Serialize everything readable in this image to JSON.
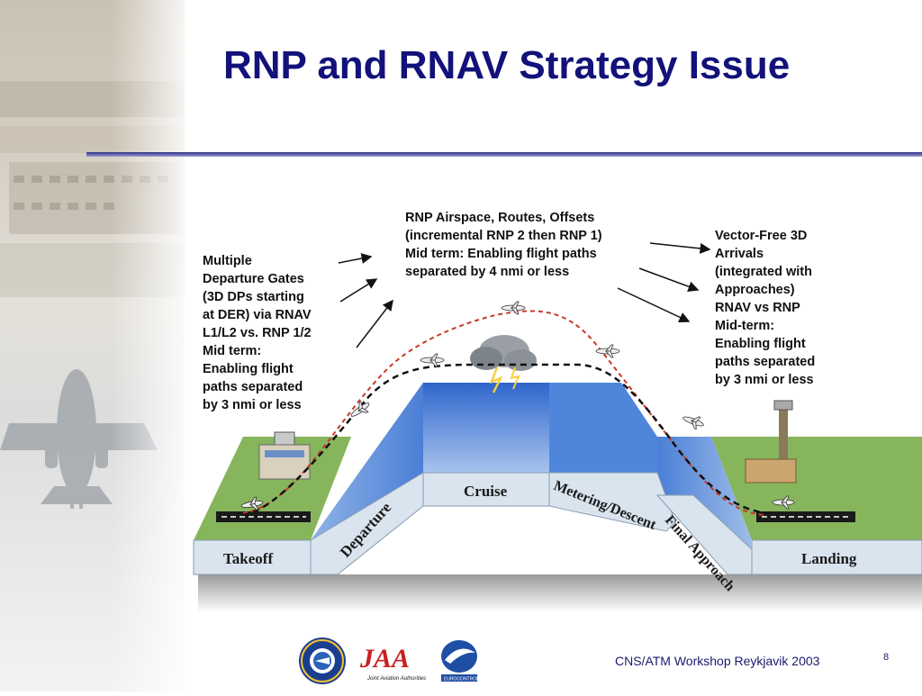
{
  "slide": {
    "title": "RNP and RNAV Strategy Issue",
    "footer": "CNS/ATM Workshop  Reykjavik 2003",
    "page_number": "8"
  },
  "callouts": {
    "left": [
      "Multiple",
      "Departure Gates",
      "(3D DPs starting",
      "at DER) via RNAV",
      "L1/L2 vs. RNP 1/2",
      "Mid term:",
      "Enabling flight",
      "paths separated",
      "by 3 nmi or less"
    ],
    "middle": [
      "RNP Airspace, Routes, Offsets",
      "(incremental RNP 2 then RNP 1)",
      "Mid term: Enabling flight paths",
      "separated by 4 nmi or less"
    ],
    "right": [
      "Vector-Free 3D",
      "Arrivals",
      "(integrated with",
      "Approaches)",
      "RNAV vs RNP",
      "Mid-term:",
      "Enabling flight",
      "paths separated",
      "by 3 nmi or less"
    ]
  },
  "diagram_labels": {
    "takeoff": "Takeoff",
    "departure": "Departure",
    "cruise": "Cruise",
    "metering": "Metering/Descent",
    "final_approach": "Final Approach",
    "landing": "Landing"
  },
  "logos": {
    "faa": "FEDERAL AVIATION ADMINISTRATION",
    "jaa": "JAA",
    "jaa_sub": "Joint Aviation Authorities",
    "eurocontrol": "EUROCONTROL"
  },
  "colors": {
    "title": "#12127a",
    "rule": "#2d2f86",
    "sky": "#3f7fe0",
    "ground": "#86b55c",
    "label_band": "#d9e4ef"
  }
}
